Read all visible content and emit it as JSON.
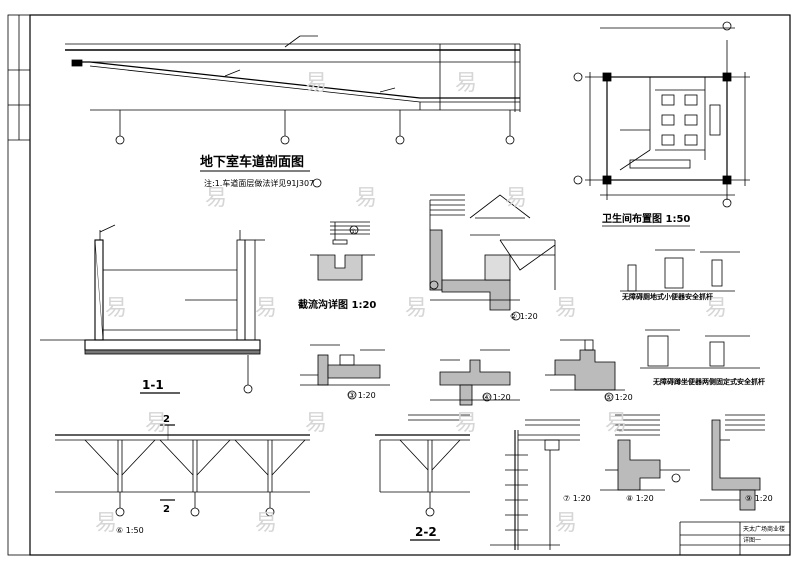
{
  "drawing": {
    "title_main_section": "地下室车道剖面图",
    "note_main_section": "注:1.车道面层做法详见91J307",
    "title_toilet_plan": "卫生间布置图 1:50",
    "title_drain_detail": "截流沟详图 1:20",
    "label_section_1_1": "1-1",
    "label_section_2_2": "2-2",
    "label_section_2_mark": "2",
    "detail_2": "② 1:20",
    "detail_3": "③ 1:20",
    "detail_4": "④ 1:20",
    "detail_5": "⑤ 1:20",
    "detail_6": "⑥ 1:50",
    "detail_7": "⑦ 1:20",
    "detail_8": "⑧ 1:20",
    "detail_9": "⑨ 1:20",
    "detail_1_mark": "①",
    "note_urinal_rail": "无障碍厕地式小便器安全抓杆",
    "note_toilet_rail": "无障碍蹲坐便器两侧固定式安全抓杆",
    "titleblock_project": "天太广场商业楼",
    "titleblock_sheet": "详图一"
  }
}
